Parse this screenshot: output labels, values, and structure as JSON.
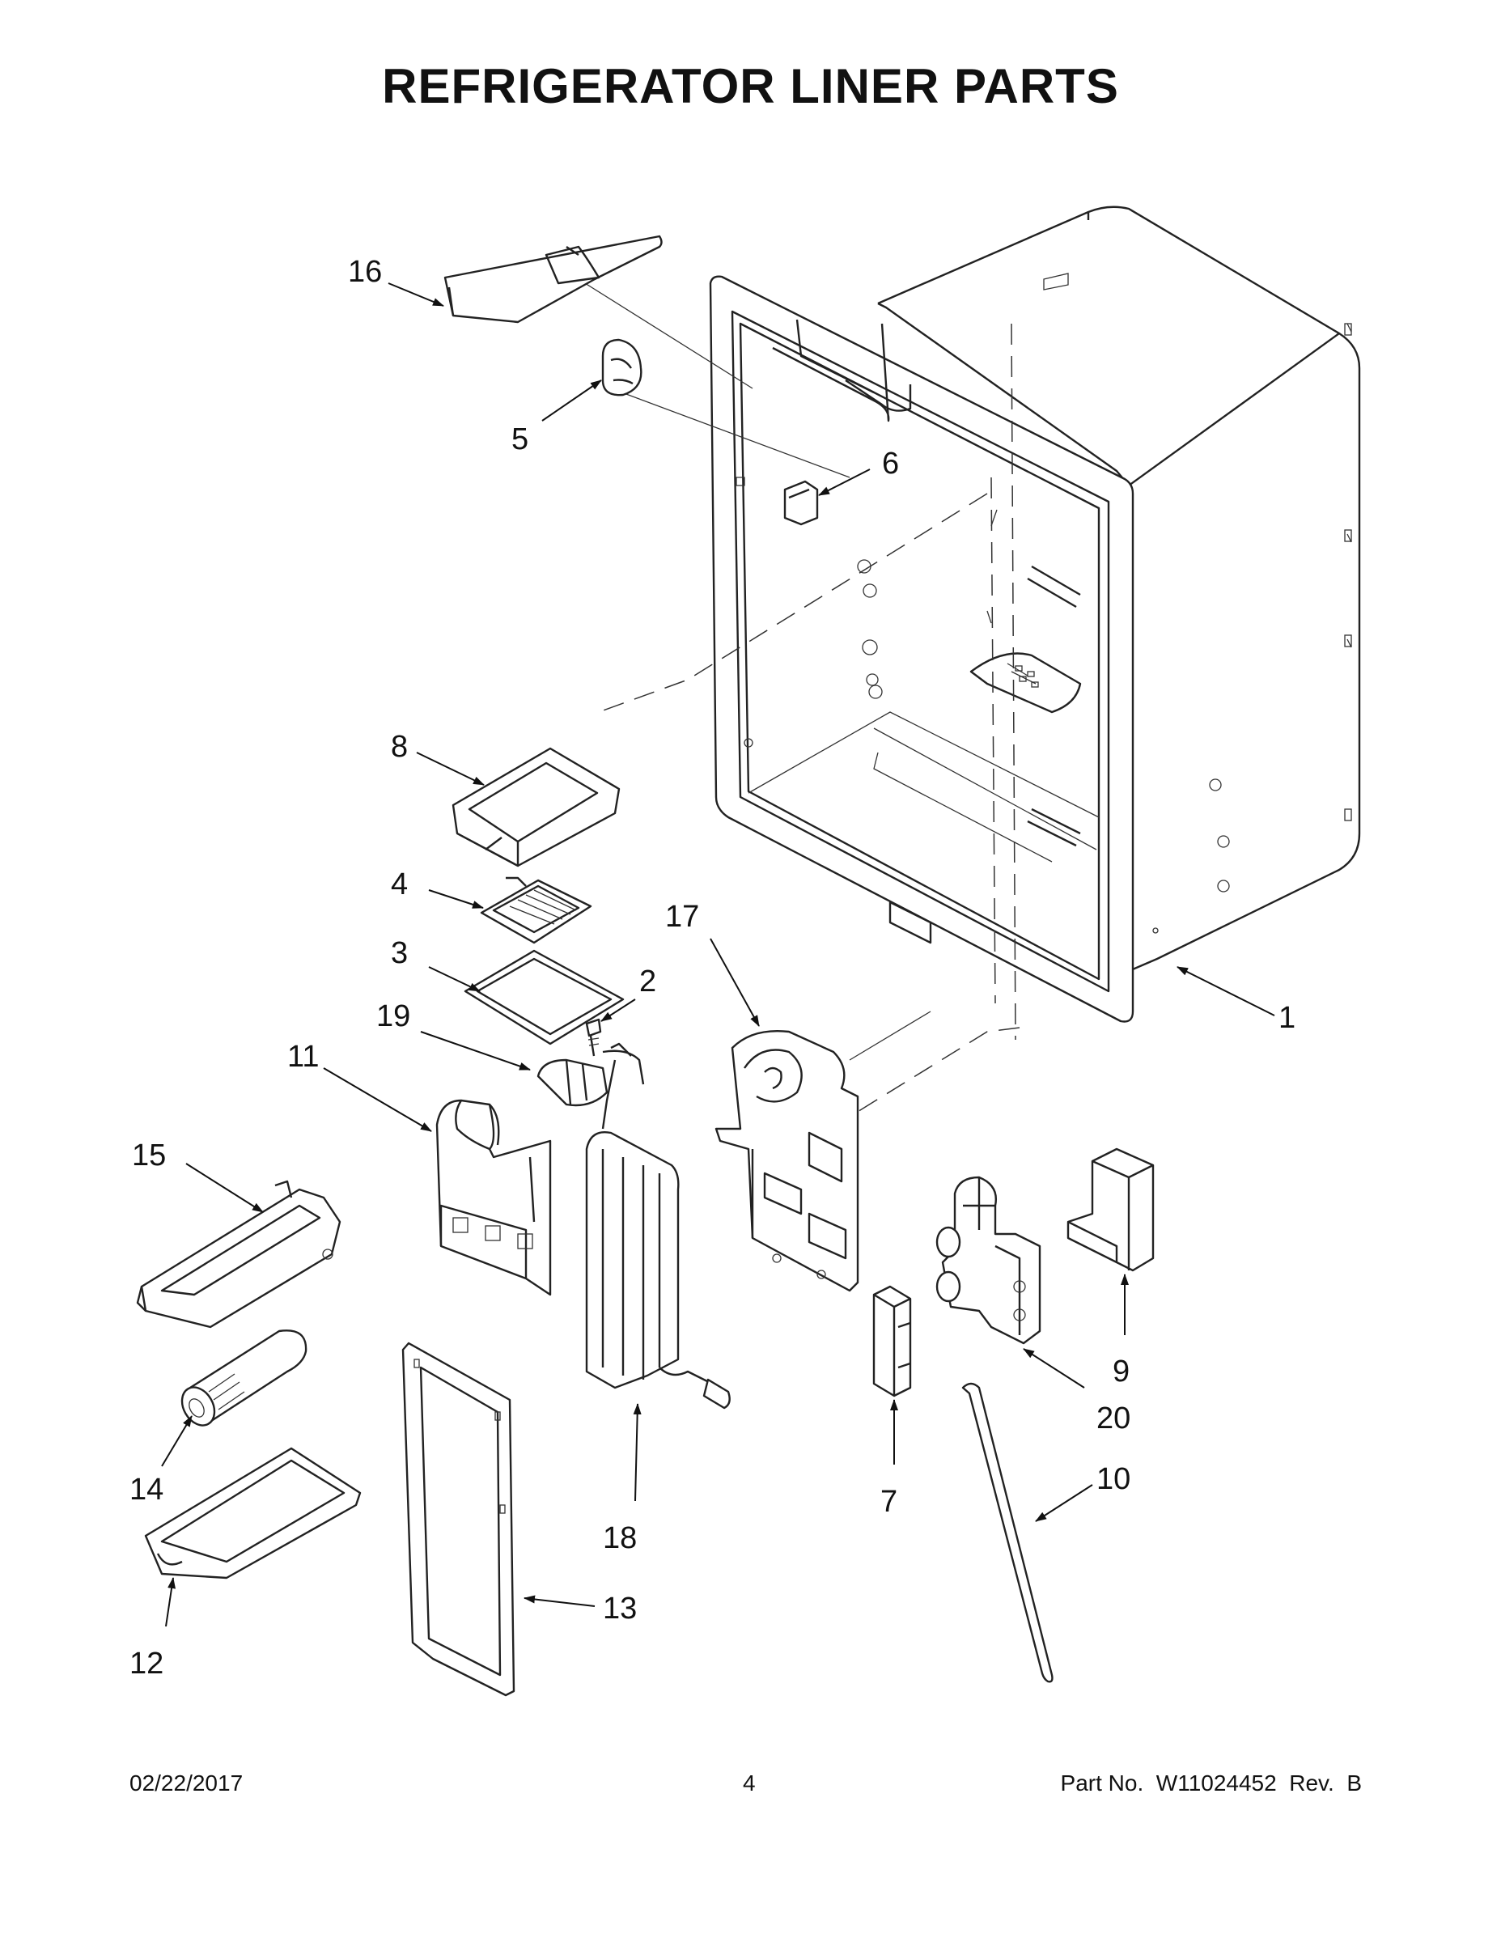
{
  "title": "REFRIGERATOR LINER PARTS",
  "callouts": [
    {
      "id": "1",
      "label": "1"
    },
    {
      "id": "2",
      "label": "2"
    },
    {
      "id": "3",
      "label": "3"
    },
    {
      "id": "4",
      "label": "4"
    },
    {
      "id": "5",
      "label": "5"
    },
    {
      "id": "6",
      "label": "6"
    },
    {
      "id": "7",
      "label": "7"
    },
    {
      "id": "8",
      "label": "8"
    },
    {
      "id": "9",
      "label": "9"
    },
    {
      "id": "10",
      "label": "10"
    },
    {
      "id": "11",
      "label": "11"
    },
    {
      "id": "12",
      "label": "12"
    },
    {
      "id": "13",
      "label": "13"
    },
    {
      "id": "14",
      "label": "14"
    },
    {
      "id": "15",
      "label": "15"
    },
    {
      "id": "16",
      "label": "16"
    },
    {
      "id": "17",
      "label": "17"
    },
    {
      "id": "18",
      "label": "18"
    },
    {
      "id": "19",
      "label": "19"
    },
    {
      "id": "20",
      "label": "20"
    }
  ],
  "footer": {
    "date": "02/22/2017",
    "page": "4",
    "part_no": "Part No.  W11024452  Rev.  B"
  }
}
